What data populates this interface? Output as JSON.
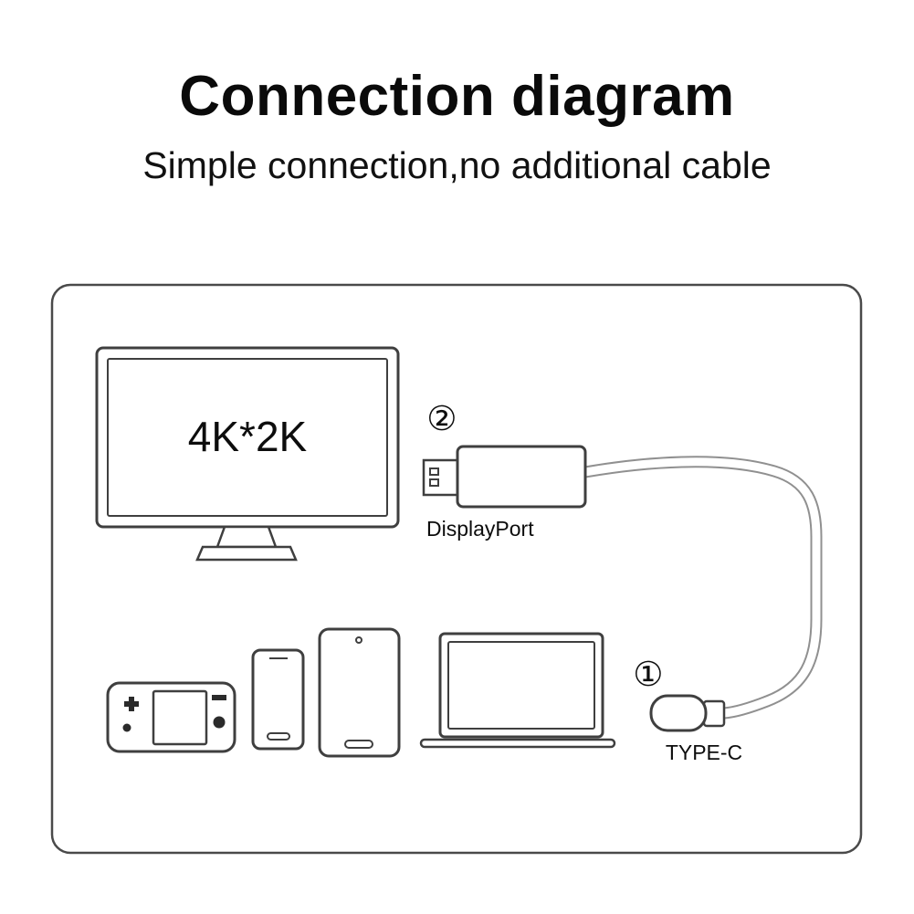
{
  "page": {
    "title": "Connection diagram",
    "subtitle": "Simple connection,no additional cable"
  },
  "diagram": {
    "monitor_label": "4K*2K",
    "steps": {
      "displayport": {
        "number": "②",
        "label": "DisplayPort"
      },
      "typec": {
        "number": "①",
        "label": "TYPE-C"
      }
    },
    "colors": {
      "outline": "#3f3f3f",
      "cable_outline": "#909090",
      "text": "#000000",
      "background": "#ffffff"
    }
  }
}
